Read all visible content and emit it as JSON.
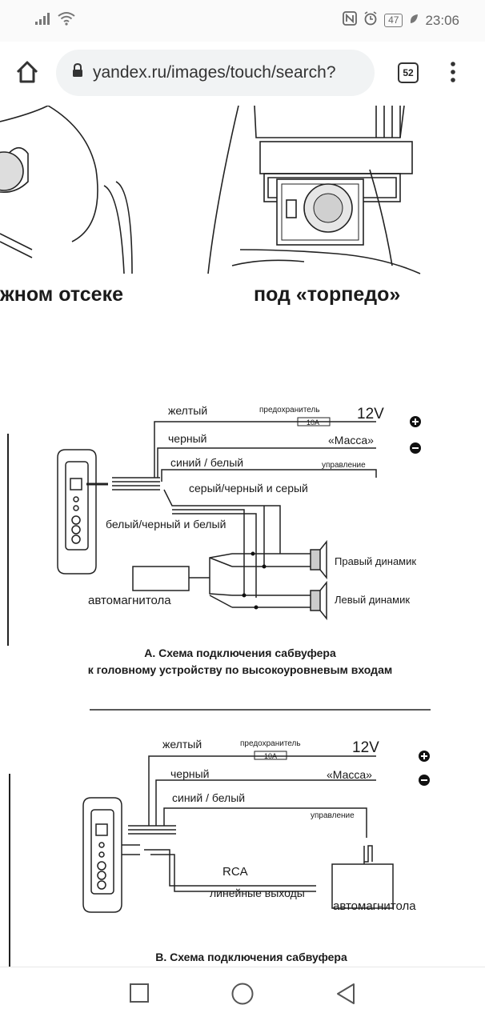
{
  "status_bar": {
    "battery": "47",
    "time": "23:06"
  },
  "browser": {
    "url": "yandex.ru/images/touch/search?",
    "tab_count": "52"
  },
  "image": {
    "captions_top": {
      "left": "жном отсеке",
      "right": "под «торпедо»"
    },
    "diagram_a": {
      "wires": {
        "yellow": "желтый",
        "fuse": "предохранитель",
        "fuse_rating": "10A",
        "voltage": "12V",
        "black": "черный",
        "ground": "«Масса»",
        "blue_white": "синий / белый",
        "control": "управление",
        "gray": "серый/черный и серый",
        "white": "белый/черный и белый"
      },
      "right_speaker": "Правый динамик",
      "left_speaker": "Левый динамик",
      "head_unit": "автомагнитола",
      "title_line1": "А. Схема подключения сабвуфера",
      "title_line2": "к головному устройству по высокоуровневым входам"
    },
    "diagram_b": {
      "wires": {
        "yellow": "желтый",
        "fuse": "предохранитель",
        "fuse_rating": "10A",
        "voltage": "12V",
        "black": "черный",
        "ground": "«Масса»",
        "blue_white": "синий / белый",
        "control": "управление",
        "rca": "RCA",
        "line_out": "линейные выходы"
      },
      "head_unit": "автомагнитола",
      "title_line1": "В. Схема подключения сабвуфера"
    }
  }
}
